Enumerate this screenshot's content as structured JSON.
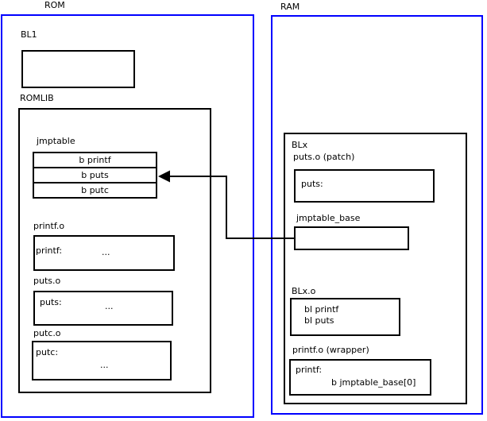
{
  "colors": {
    "frame_blue": "#0000ff",
    "box_black": "#000000",
    "background": "#ffffff"
  },
  "rom": {
    "label": "ROM",
    "bl1": {
      "label": "BL1"
    },
    "romlib": {
      "label": "ROMLIB",
      "jmptable": {
        "label": "jmptable",
        "rows": [
          "b printf",
          "b puts",
          "b putc"
        ]
      },
      "objects": [
        {
          "label": "printf.o",
          "symbol": "printf:",
          "body": "..."
        },
        {
          "label": "puts.o",
          "symbol": "puts:",
          "body": "..."
        },
        {
          "label": "putc.o",
          "symbol": "putc:",
          "body": "..."
        }
      ]
    }
  },
  "ram": {
    "label": "RAM",
    "blx": {
      "label": "BLx",
      "puts_patch": {
        "label": "puts.o (patch)",
        "symbol": "puts:"
      },
      "jmptable_base": {
        "label": "jmptable_base"
      },
      "blx_o": {
        "label": "BLx.o",
        "lines": [
          "bl printf",
          "bl puts"
        ]
      },
      "printf_wrapper": {
        "label": "printf.o (wrapper)",
        "symbol": "printf:",
        "body": "b jmptable_base[0]"
      }
    }
  },
  "connector": {
    "from": "jmptable_base",
    "to": "b puts"
  }
}
